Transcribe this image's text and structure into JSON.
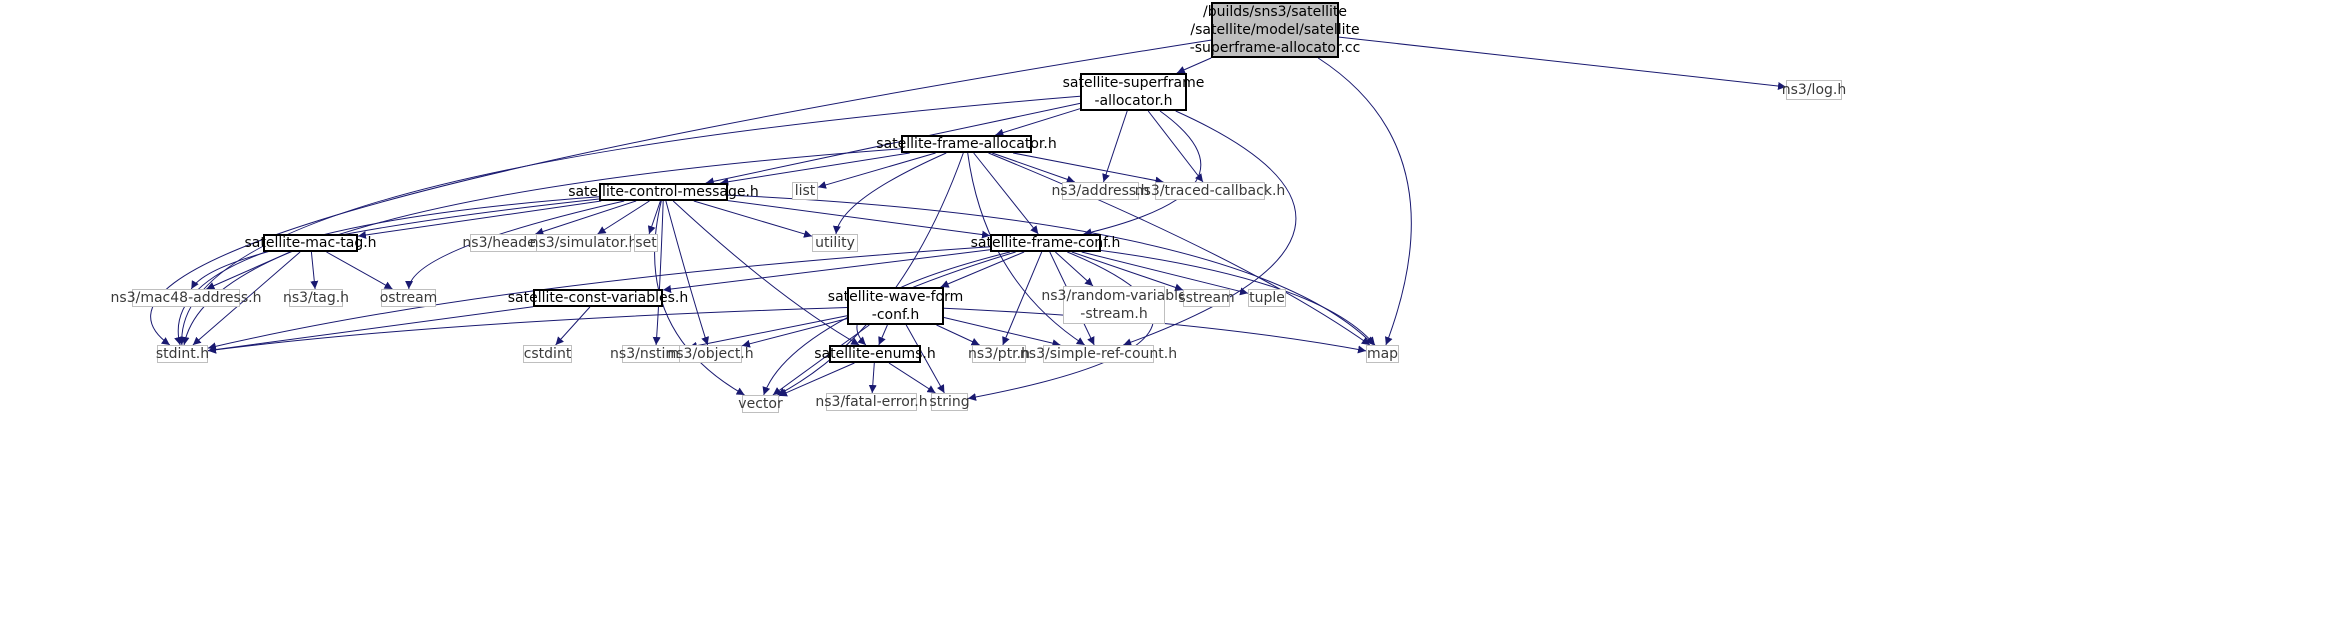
{
  "graph": {
    "edge_color": "#191970",
    "root": {
      "lines": [
        "/builds/sns3/satellite",
        "/satellite/model/satellite",
        "-superframe-allocator.cc"
      ]
    },
    "nodes": {
      "superframe_alloc_h": {
        "lines": [
          "satellite-superframe",
          "-allocator.h"
        ]
      },
      "log_h": {
        "lines": [
          "ns3/log.h"
        ]
      },
      "frame_alloc_h": {
        "lines": [
          "satellite-frame-allocator.h"
        ]
      },
      "control_msg_h": {
        "lines": [
          "satellite-control-message.h"
        ]
      },
      "list": {
        "lines": [
          "list"
        ]
      },
      "address_h": {
        "lines": [
          "ns3/address.h"
        ]
      },
      "traced_cb_h": {
        "lines": [
          "ns3/traced-callback.h"
        ]
      },
      "mac_tag_h": {
        "lines": [
          "satellite-mac-tag.h"
        ]
      },
      "header_h": {
        "lines": [
          "ns3/header.h"
        ]
      },
      "simulator_h": {
        "lines": [
          "ns3/simulator.h"
        ]
      },
      "set": {
        "lines": [
          "set"
        ]
      },
      "utility": {
        "lines": [
          "utility"
        ]
      },
      "frame_conf_h": {
        "lines": [
          "satellite-frame-conf.h"
        ]
      },
      "mac48_h": {
        "lines": [
          "ns3/mac48-address.h"
        ]
      },
      "tag_h": {
        "lines": [
          "ns3/tag.h"
        ]
      },
      "ostream": {
        "lines": [
          "ostream"
        ]
      },
      "const_vars_h": {
        "lines": [
          "satellite-const-variables.h"
        ]
      },
      "wave_form_h": {
        "lines": [
          "satellite-wave-form",
          "-conf.h"
        ]
      },
      "random_var_h": {
        "lines": [
          "ns3/random-variable",
          "-stream.h"
        ]
      },
      "sstream": {
        "lines": [
          "sstream"
        ]
      },
      "tuple": {
        "lines": [
          "tuple"
        ]
      },
      "stdint_h": {
        "lines": [
          "stdint.h"
        ]
      },
      "cstdint": {
        "lines": [
          "cstdint"
        ]
      },
      "nstime_h": {
        "lines": [
          "ns3/nstime.h"
        ]
      },
      "object_h": {
        "lines": [
          "ns3/object.h"
        ]
      },
      "enums_h": {
        "lines": [
          "satellite-enums.h"
        ]
      },
      "ptr_h": {
        "lines": [
          "ns3/ptr.h"
        ]
      },
      "simple_ref_h": {
        "lines": [
          "ns3/simple-ref-count.h"
        ]
      },
      "map": {
        "lines": [
          "map"
        ]
      },
      "vector": {
        "lines": [
          "vector"
        ]
      },
      "fatal_error_h": {
        "lines": [
          "ns3/fatal-error.h"
        ]
      },
      "string": {
        "lines": [
          "string"
        ]
      }
    }
  }
}
